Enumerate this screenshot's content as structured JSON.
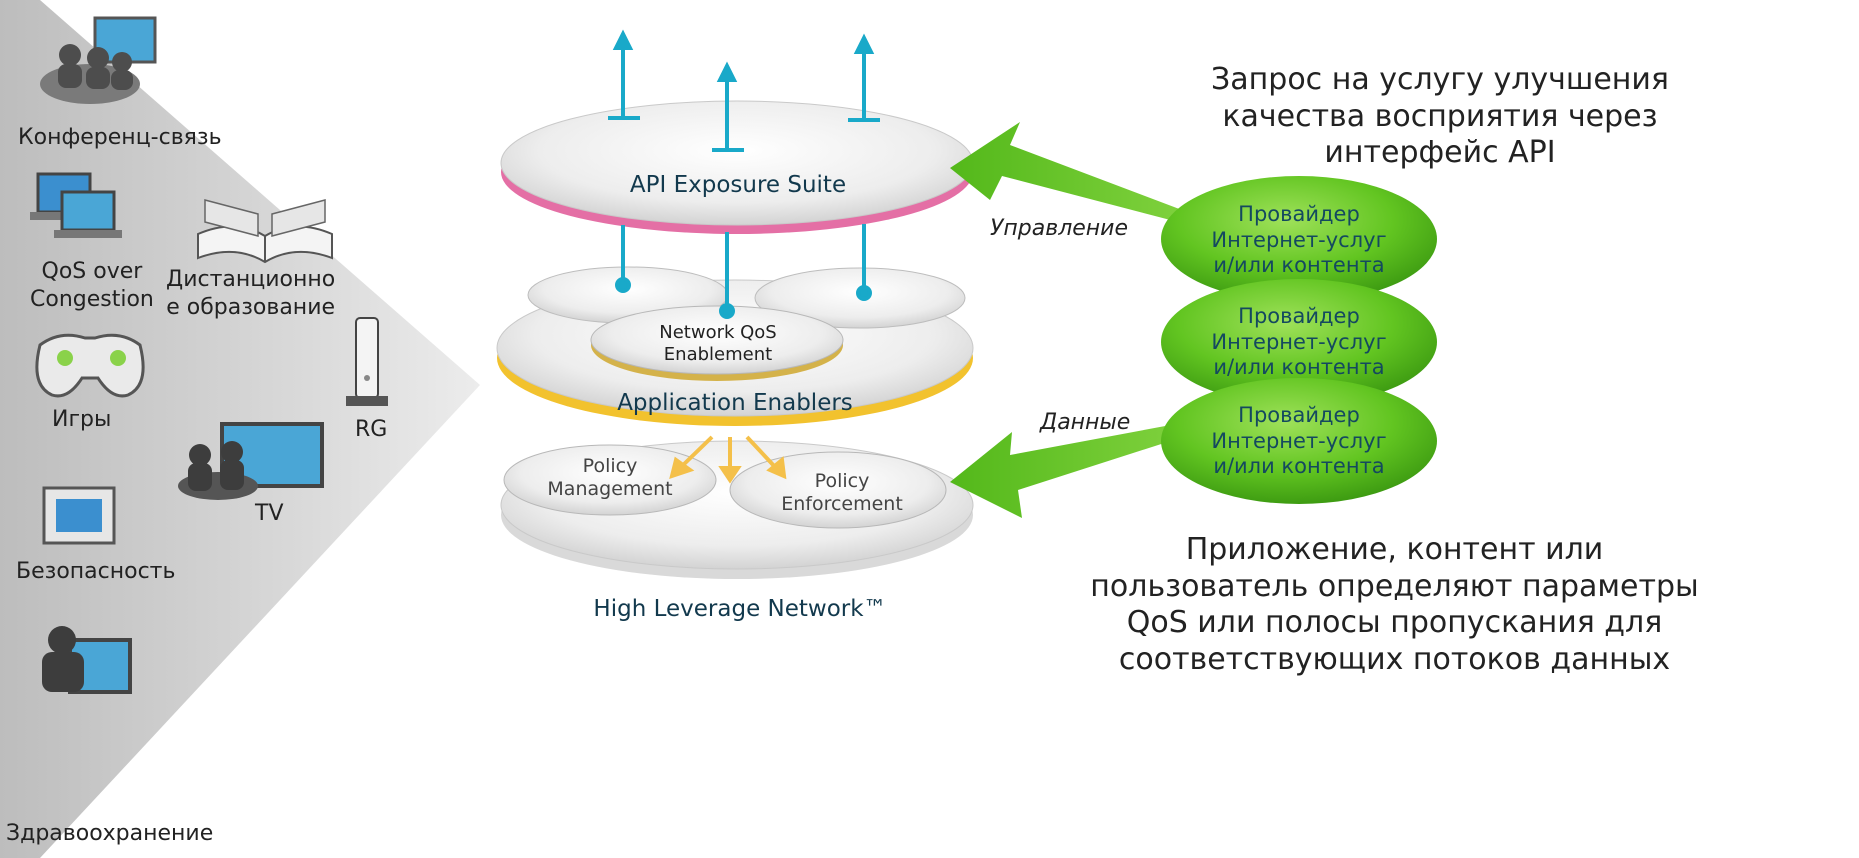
{
  "devices": {
    "conference": "Конференц-связь",
    "qos_congestion": "QoS over\nCongestion",
    "education": "Дистанционно\nе образование",
    "games": "Игры",
    "tv": "TV",
    "rg": "RG",
    "security": "Безопасность",
    "health": "Здравоохранение"
  },
  "layers": {
    "api": "API Exposure Suite",
    "nqe_line1": "Network QoS",
    "nqe_line2": "Enablement",
    "app_enablers": "Application Enablers",
    "policy_mgmt_1": "Policy",
    "policy_mgmt_2": "Management",
    "policy_enf_1": "Policy",
    "policy_enf_2": "Enforcement",
    "hln": "High Leverage Network™"
  },
  "right": {
    "request_1": "Запрос на услугу улучшения",
    "request_2": "качества восприятия через",
    "request_3": "интерфейс API",
    "control": "Управление",
    "data": "Данные",
    "provider_1": "Провайдер",
    "provider_2": "Интернет-услуг",
    "provider_3": "и/или контента",
    "bottom_1": "Приложение, контент или",
    "bottom_2": "пользователь определяют параметры",
    "bottom_3": "QoS или полосы пропускания для",
    "bottom_4": "соответствующих потоков данных"
  },
  "colors": {
    "green": "#5cc21e",
    "cyan": "#19a9c9",
    "pink": "#e46fa5",
    "gold": "#f2c22e",
    "orange_arrow": "#f4c04a",
    "gray_panel": "#cfcfcf"
  }
}
